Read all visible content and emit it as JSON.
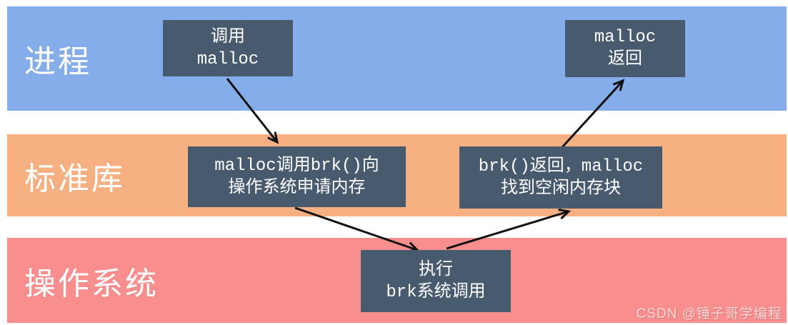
{
  "bands": [
    {
      "id": "process",
      "label": "进程",
      "color": "#85ADE9"
    },
    {
      "id": "stdlib",
      "label": "标准库",
      "color": "#F6B082"
    },
    {
      "id": "os",
      "label": "操作系统",
      "color": "#F98E8E"
    }
  ],
  "nodes": [
    {
      "id": "call-malloc",
      "band": "process",
      "lines": [
        "调用",
        "malloc"
      ]
    },
    {
      "id": "malloc-return",
      "band": "process",
      "lines": [
        "malloc",
        "返回"
      ]
    },
    {
      "id": "malloc-calls-brk",
      "band": "stdlib",
      "lines": [
        "malloc调用brk()向",
        "操作系统申请内存"
      ]
    },
    {
      "id": "brk-returns",
      "band": "stdlib",
      "lines": [
        "brk()返回，malloc",
        "找到空闲内存块"
      ]
    },
    {
      "id": "exec-brk",
      "band": "os",
      "lines": [
        "执行",
        "brk系统调用"
      ]
    }
  ],
  "arrows": [
    {
      "from": "call-malloc",
      "to": "malloc-calls-brk"
    },
    {
      "from": "malloc-calls-brk",
      "to": "exec-brk"
    },
    {
      "from": "exec-brk",
      "to": "brk-returns"
    },
    {
      "from": "brk-returns",
      "to": "malloc-return"
    }
  ],
  "colors": {
    "node_bg": "#485A6D",
    "node_text": "#FFFFFF",
    "band_label_text": "#FFFFFF",
    "arrow": "#111111"
  },
  "watermark": {
    "text": "CSDN @锤子哥学编程"
  }
}
